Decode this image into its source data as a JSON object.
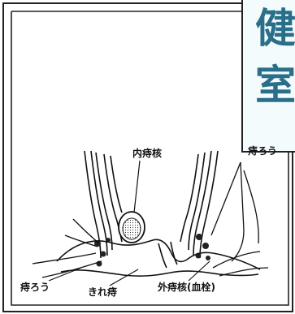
{
  "corner_title": {
    "char1": "健",
    "char2": "室"
  },
  "labels": {
    "internal_hemorrhoid": "内痔核",
    "anal_fistula_right": "痔ろう",
    "anal_fistula_left": "痔ろう",
    "anal_fissure": "きれ痔",
    "external_hemorrhoid": "外痔核(血栓)"
  },
  "colors": {
    "corner_text": "#2a6f8a",
    "corner_bg": "#f4fbfd",
    "line": "#111111"
  }
}
